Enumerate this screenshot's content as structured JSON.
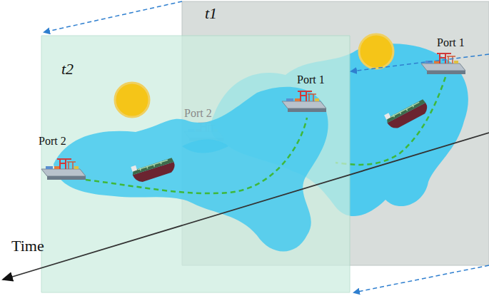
{
  "diagram": {
    "labels": [
      "t1",
      "Port 1",
      "t2",
      "Port 1",
      "Port 2",
      "Port 2",
      "Time"
    ]
  }
}
